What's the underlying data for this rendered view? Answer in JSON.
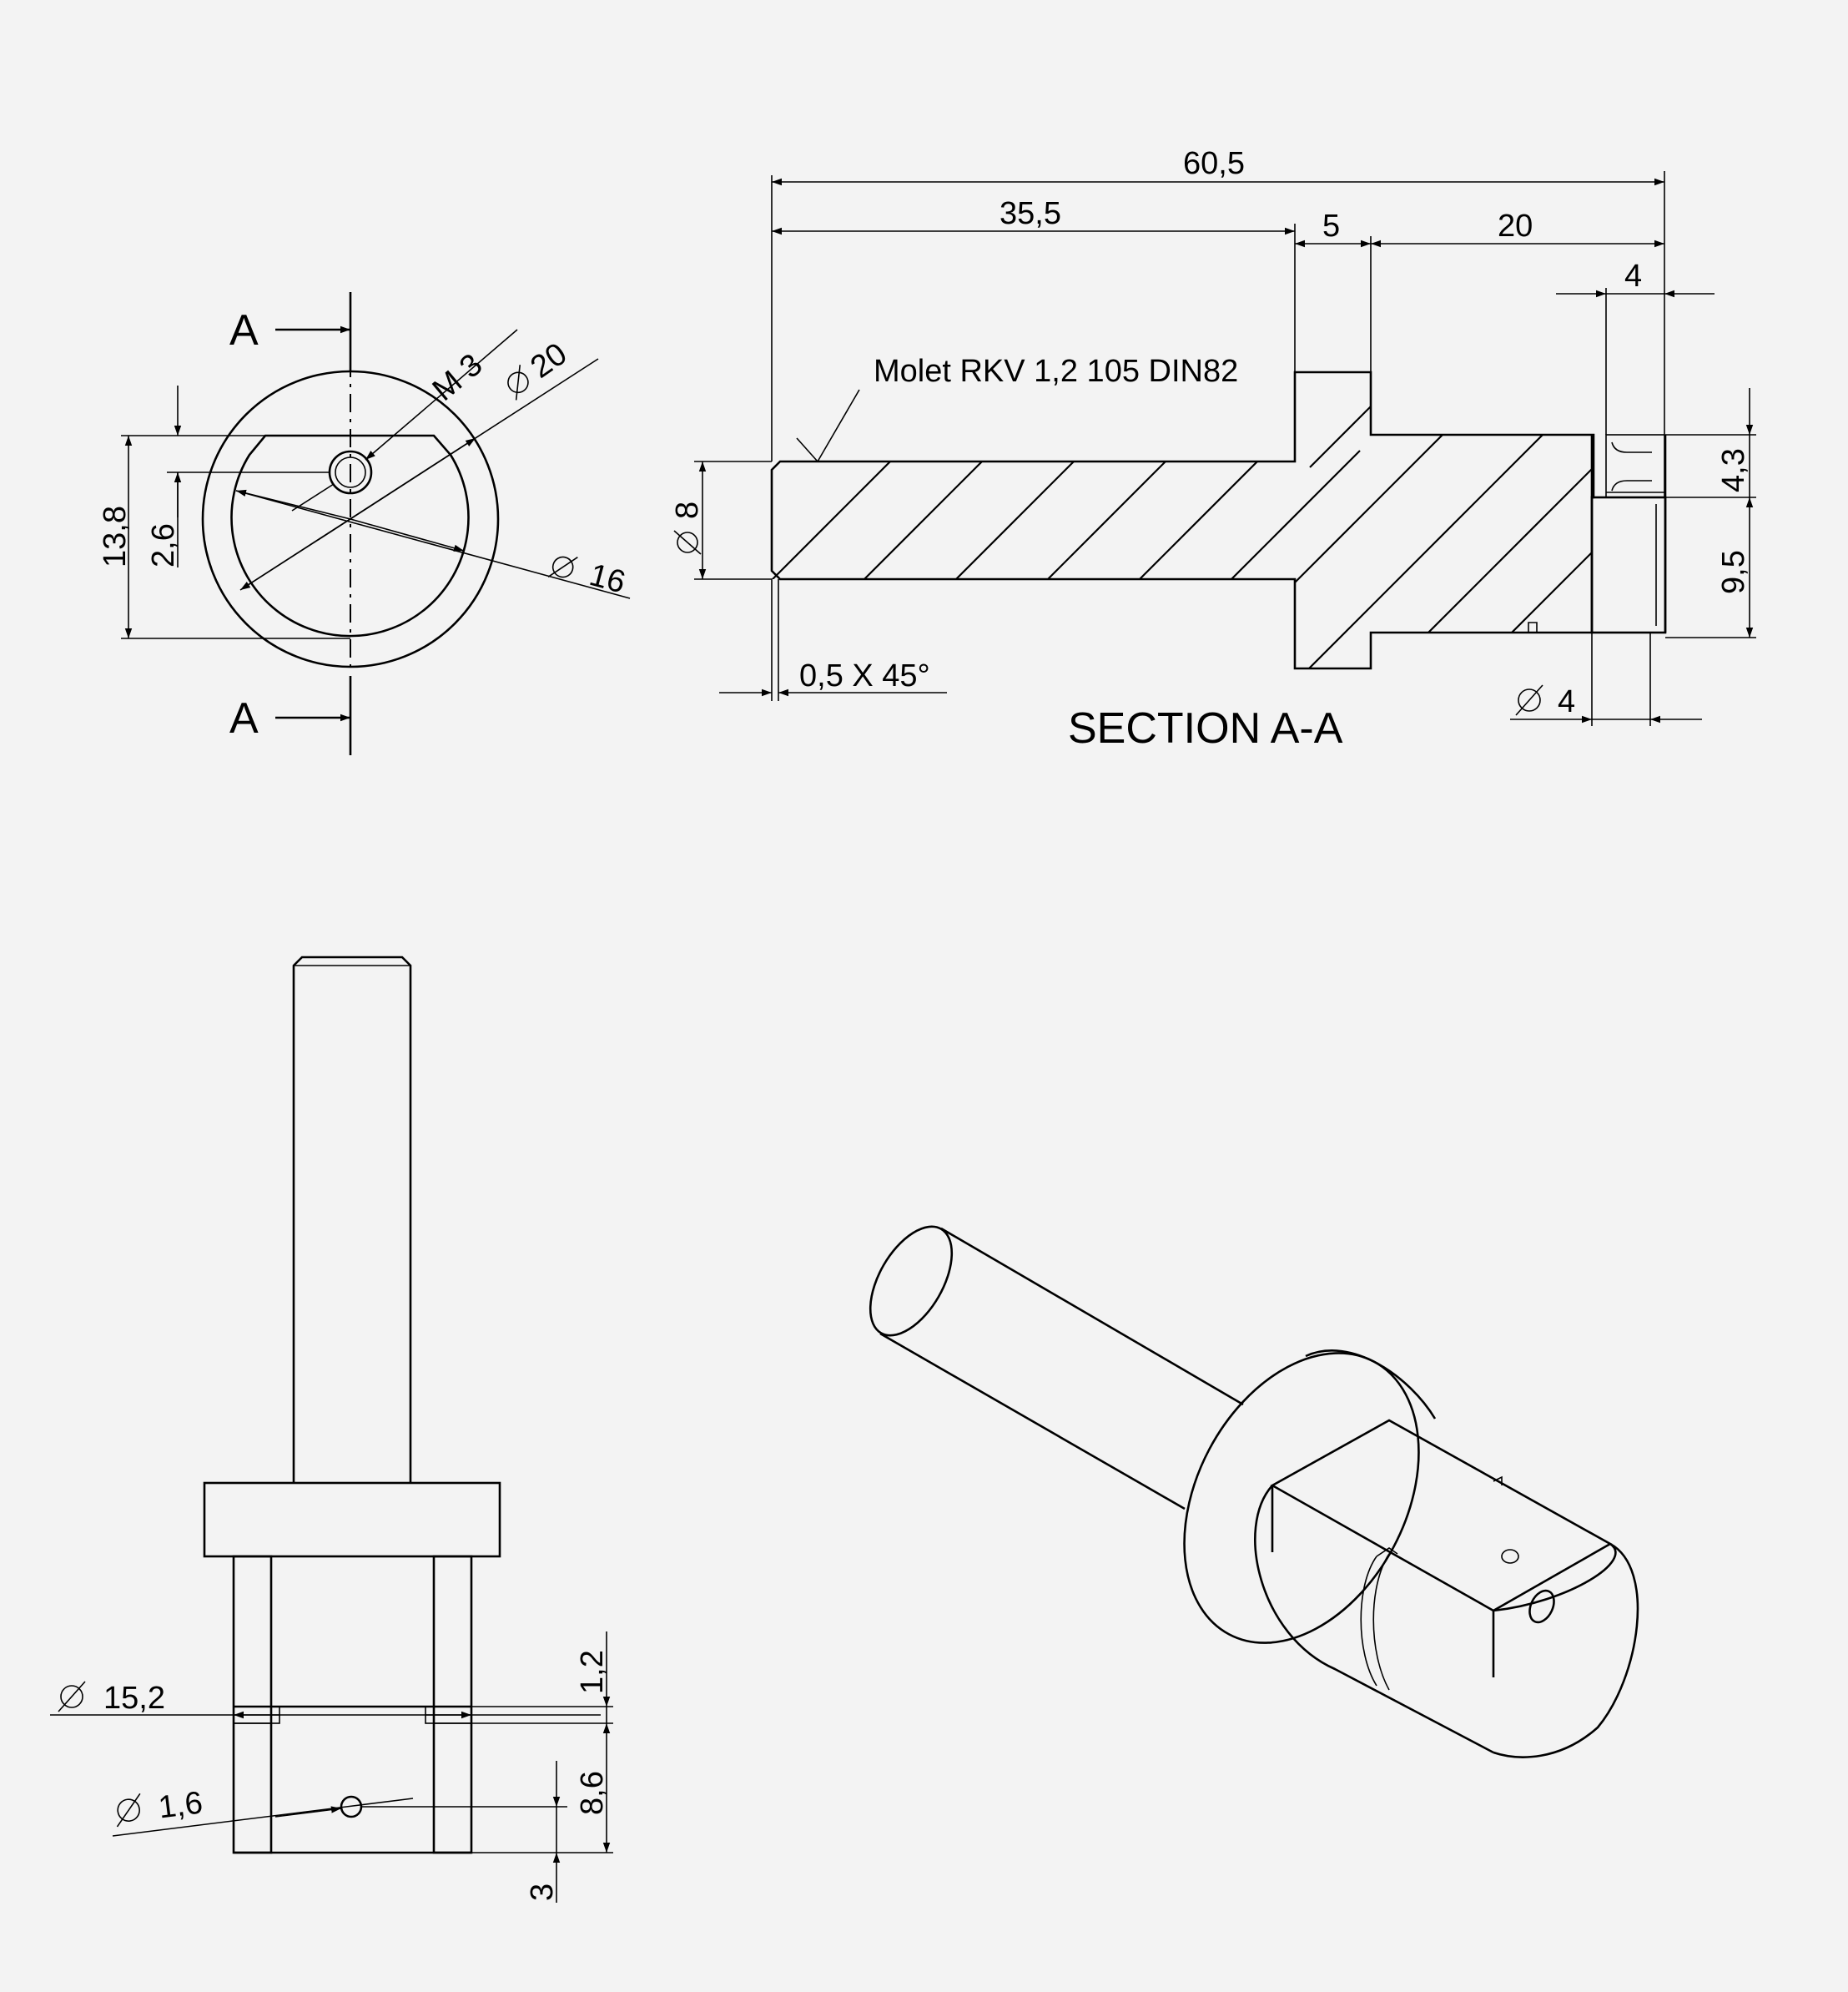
{
  "palette": {
    "background": "#f3f3f3",
    "line": "#000000"
  },
  "front_view": {
    "section_marker_top": "A",
    "section_marker_bottom": "A",
    "dim_thread": "M 3",
    "dim_outer_diameter": "20",
    "dim_inner_diameter": "16",
    "dim_height": "13,8",
    "dim_offset": "2,6"
  },
  "section_view": {
    "title": "SECTION A-A",
    "knurl_note": "Molet RKV 1,2 105 DIN82",
    "dim_total_length": "60,5",
    "dim_shaft_length": "35,5",
    "dim_flange": "5",
    "dim_head_length": "20",
    "dim_slot_width": "4",
    "dim_upper_height": "4,3",
    "dim_lower_height": "9,5",
    "dim_shaft_diameter": "8",
    "dim_chamfer": "0,5 X 45°",
    "dim_bore_diameter": "4"
  },
  "side_view": {
    "dim_groove_diameter": "15,2",
    "dim_hole_diameter": "1,6",
    "dim_groove_width": "1,2",
    "dim_hole_position": "8,6",
    "dim_hole_offset": "3"
  }
}
